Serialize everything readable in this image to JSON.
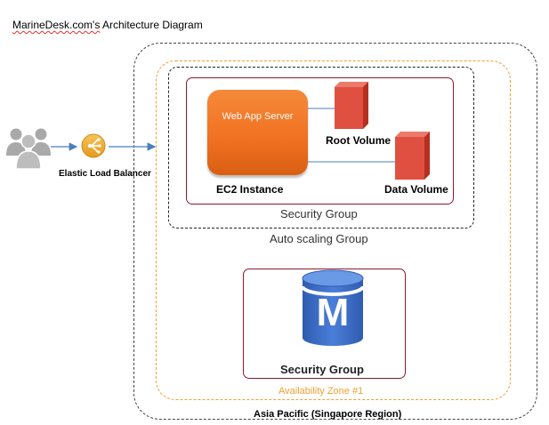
{
  "title": {
    "underlined": "MarineDesk.com's",
    "rest": " Architecture Diagram"
  },
  "users": {
    "icon": "users-icon"
  },
  "load_balancer": {
    "label": "Elastic Load Balancer",
    "icon": "load-balancer-icon"
  },
  "ec2": {
    "app_label": "Web App Server",
    "label": "EC2 Instance"
  },
  "volumes": {
    "root": "Root Volume",
    "data": "Data Volume"
  },
  "security_group_1": "Security Group",
  "auto_scaling_group": "Auto scaling Group",
  "database": {
    "letter": "M",
    "icon": "database-icon"
  },
  "security_group_2": "Security Group",
  "availability_zone": "Availability Zone #1",
  "region": "Asia Pacific  (Singapore Region)",
  "colors": {
    "orange": "#f07020",
    "red_volume": "#e05040",
    "sg_border": "#8b1a2a",
    "az_border": "#f0a030",
    "db_blue": "#3a6bc4"
  }
}
